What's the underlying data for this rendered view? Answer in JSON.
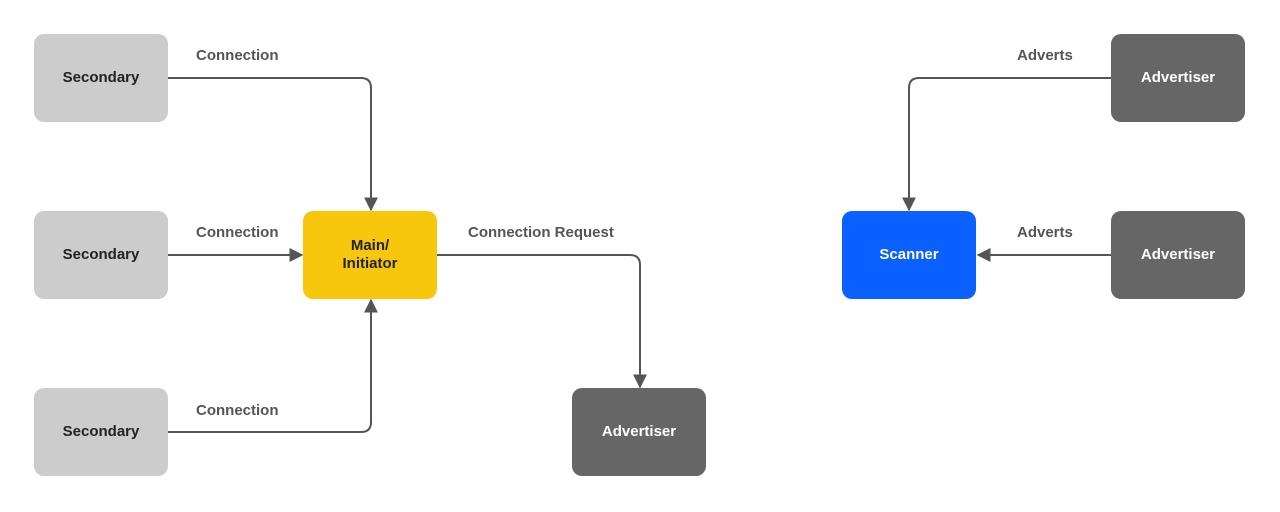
{
  "nodes": {
    "secondary_1": "Secondary",
    "secondary_2": "Secondary",
    "secondary_3": "Secondary",
    "main": "Main/\nInitiator",
    "advertiser_bottom": "Advertiser",
    "scanner": "Scanner",
    "advertiser_top_right": "Advertiser",
    "advertiser_mid_right": "Advertiser"
  },
  "edges": {
    "connection_1": "Connection",
    "connection_2": "Connection",
    "connection_3": "Connection",
    "connection_request": "Connection Request",
    "adverts_1": "Adverts",
    "adverts_2": "Adverts"
  },
  "colors": {
    "secondary": "#cccccc",
    "main": "#f7c70e",
    "advertiser": "#666666",
    "scanner": "#0b61ff",
    "line": "#555555"
  }
}
